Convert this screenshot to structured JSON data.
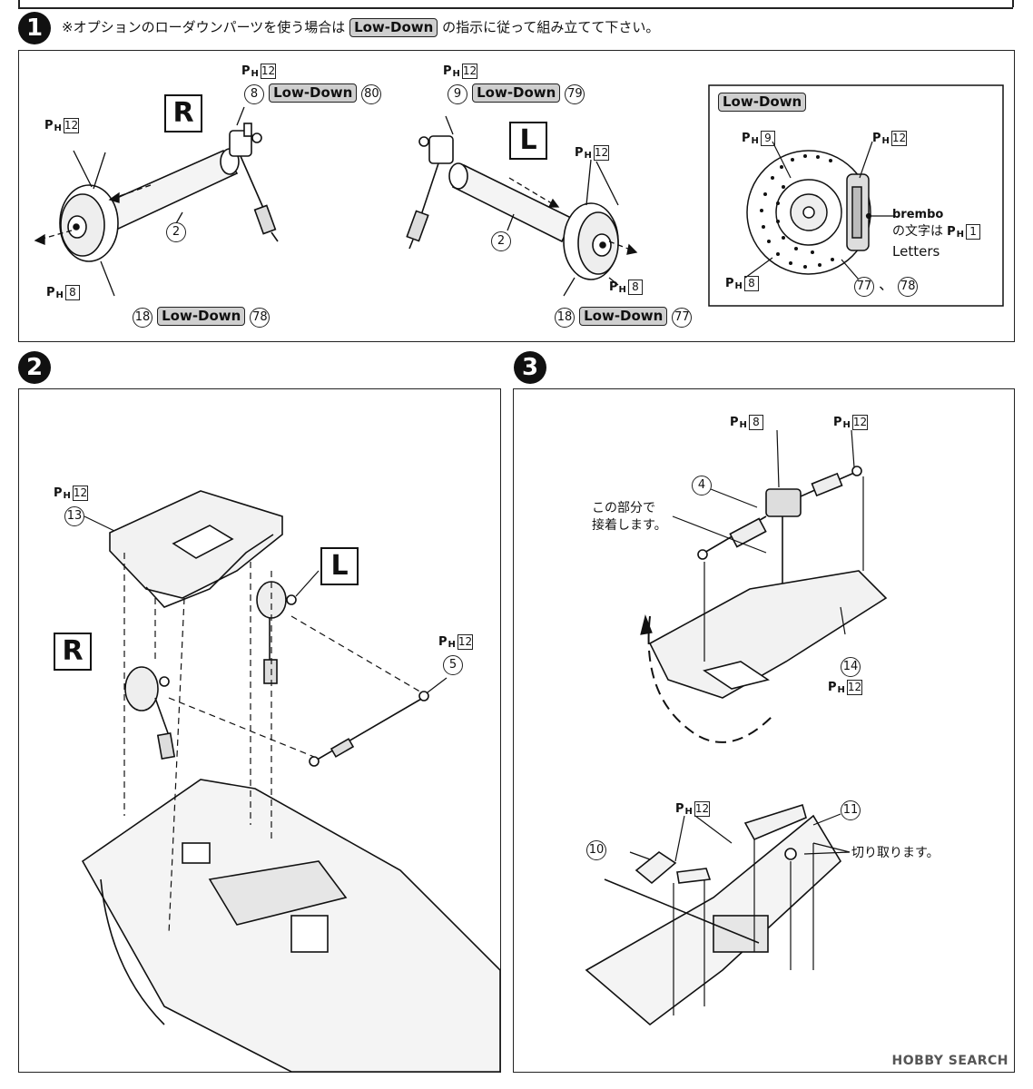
{
  "step1": {
    "number": "1",
    "instruction_before": "※オプションのローダウンパーツを使う場合は",
    "instruction_badge": "Low-Down",
    "instruction_after": "の指示に従って組み立てて下さい。",
    "right_side_label": "R",
    "left_side_label": "L",
    "right": {
      "top_ph": "12",
      "top_part": "8",
      "top_badge": "Low-Down",
      "top_alt": "80",
      "left_ph": "12",
      "shaft_part": "2",
      "bottom_ph": "8",
      "wheel_part": "18",
      "wheel_badge": "Low-Down",
      "wheel_alt": "78"
    },
    "left": {
      "top_ph": "12",
      "top_part": "9",
      "top_badge": "Low-Down",
      "top_alt": "79",
      "right_ph": "12",
      "shaft_part": "2",
      "bottom_ph": "8",
      "wheel_part": "18",
      "wheel_badge": "Low-Down",
      "wheel_alt": "77"
    },
    "inset": {
      "badge": "Low-Down",
      "ph_disc": "9",
      "ph_caliper": "12",
      "brand_word": "brembo",
      "brand_text": "の文字は",
      "brand_ph": "1",
      "letters": "Letters",
      "ph_hub": "8",
      "parts_1": "77",
      "parts_sep": "、",
      "parts_2": "78"
    }
  },
  "step2": {
    "number": "2",
    "ph_frame": "12",
    "frame_part": "13",
    "left_label": "L",
    "right_label": "R",
    "ph_tierod": "12",
    "tierod_part": "5"
  },
  "step3": {
    "number": "3",
    "ph_box": "8",
    "ph_shaft": "12",
    "gear_part": "4",
    "glue_note_1": "この部分で",
    "glue_note_2": "接着します。",
    "frame_part": "14",
    "ph_frame": "12",
    "ph_bits": "12",
    "part_10": "10",
    "part_11": "11",
    "cut_note": "切り取ります。"
  },
  "watermark": "HOBBY SEARCH"
}
